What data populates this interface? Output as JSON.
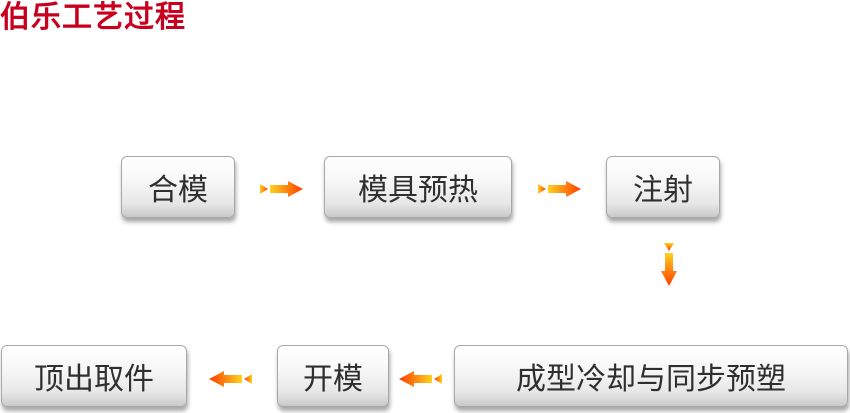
{
  "title": "伯乐工艺过程",
  "steps": [
    {
      "id": "s1",
      "label": "合模"
    },
    {
      "id": "s2",
      "label": "模具预热"
    },
    {
      "id": "s3",
      "label": "注射"
    },
    {
      "id": "s4",
      "label": "成型冷却与同步预塑"
    },
    {
      "id": "s5",
      "label": "开模"
    },
    {
      "id": "s6",
      "label": "顶出取件"
    }
  ],
  "arrow_colors": {
    "tip": "#ff3c00",
    "tail": "#ffd21e"
  },
  "title_color": "#c8001e"
}
